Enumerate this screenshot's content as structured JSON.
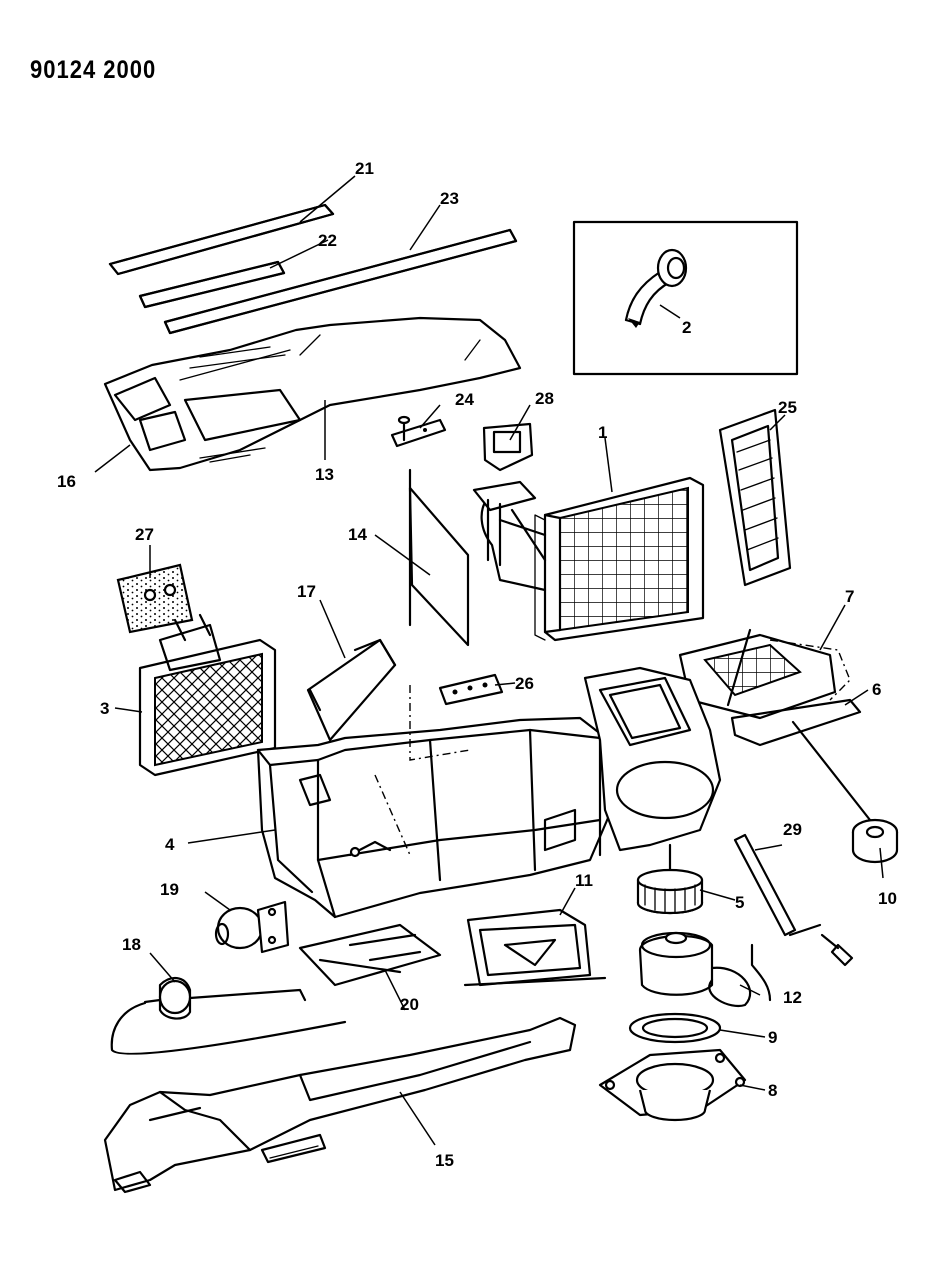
{
  "page_id": "90124 2000",
  "callouts": [
    "1",
    "2",
    "3",
    "4",
    "5",
    "6",
    "7",
    "8",
    "9",
    "10",
    "11",
    "12",
    "13",
    "14",
    "15",
    "16",
    "17",
    "18",
    "19",
    "20",
    "21",
    "22",
    "23",
    "24",
    "25",
    "26",
    "27",
    "28",
    "29"
  ]
}
